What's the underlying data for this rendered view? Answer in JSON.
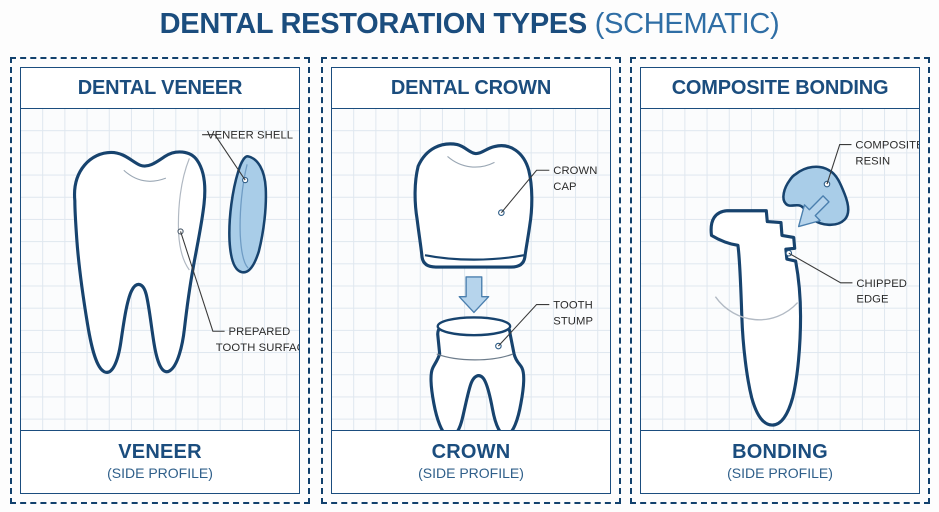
{
  "title": {
    "main": "DENTAL RESTORATION TYPES",
    "sub": " (SCHEMATIC)"
  },
  "colors": {
    "navy": "#12416d",
    "header_blue": "#1b4d7e",
    "outline": "#17436e",
    "fill_blue": "#a9cde8",
    "arrow_fill": "#b6d4ec",
    "grid": "#dfe7ef",
    "label_text": "#2b2b2b",
    "page_bg": "#fdfdfd"
  },
  "panels": [
    {
      "id": "veneer",
      "header": "DENTAL VENEER",
      "footer_main": "VENEER",
      "footer_sub": "(SIDE PROFILE)",
      "callouts": [
        {
          "name": "veneer-shell",
          "text_lines": [
            "VENEER SHELL"
          ]
        },
        {
          "name": "prepared-tooth-surface",
          "text_lines": [
            "PREPARED",
            "TOOTH SURFACE"
          ]
        }
      ],
      "parts": [
        {
          "name": "molar-tooth",
          "kind": "outline"
        },
        {
          "name": "veneer-shell-piece",
          "kind": "filled"
        },
        {
          "name": "placement-arrow",
          "kind": "arrow",
          "direction": "left"
        }
      ]
    },
    {
      "id": "crown",
      "header": "DENTAL CROWN",
      "footer_main": "CROWN",
      "footer_sub": "(SIDE PROFILE)",
      "callouts": [
        {
          "name": "crown-cap",
          "text_lines": [
            "CROWN",
            "CAP"
          ]
        },
        {
          "name": "tooth-stump",
          "text_lines": [
            "TOOTH",
            "STUMP"
          ]
        }
      ],
      "parts": [
        {
          "name": "crown-cap-piece",
          "kind": "outline"
        },
        {
          "name": "tooth-stump-piece",
          "kind": "outline"
        },
        {
          "name": "placement-arrow",
          "kind": "arrow",
          "direction": "down"
        }
      ]
    },
    {
      "id": "bonding",
      "header": "COMPOSITE BONDING",
      "footer_main": "BONDING",
      "footer_sub": "(SIDE PROFILE)",
      "callouts": [
        {
          "name": "composite-resin",
          "text_lines": [
            "COMPOSITE",
            "RESIN"
          ]
        },
        {
          "name": "chipped-edge",
          "text_lines": [
            "CHIPPED",
            "EDGE"
          ]
        }
      ],
      "parts": [
        {
          "name": "incisor-tooth",
          "kind": "outline"
        },
        {
          "name": "composite-resin-blob",
          "kind": "filled"
        },
        {
          "name": "placement-arrow",
          "kind": "arrow",
          "direction": "down-left"
        }
      ]
    }
  ]
}
